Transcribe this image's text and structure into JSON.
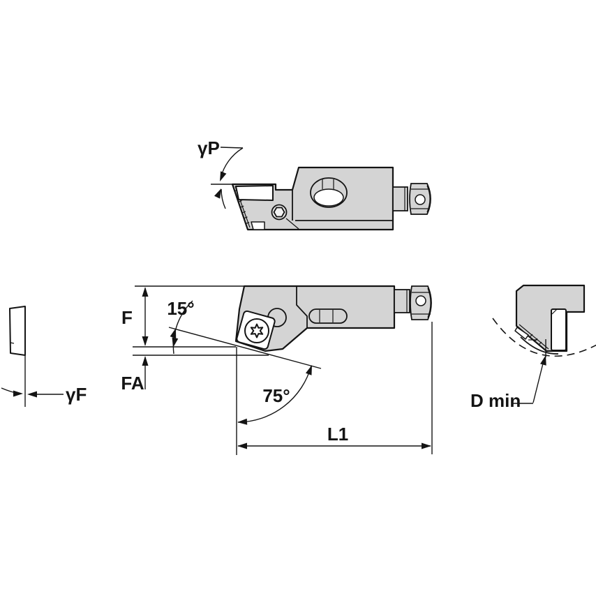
{
  "drawing": {
    "views": {
      "side_view": {
        "labels": {
          "rake_angle": "γP"
        }
      },
      "top_view": {
        "labels": {
          "offset_f": "F",
          "offset_fa": "FA",
          "insert_angle": "15°",
          "lead_angle": "75°",
          "length": "L1"
        }
      },
      "insert_edge_view": {
        "labels": {
          "rake_angle": "γF"
        }
      },
      "end_view": {
        "labels": {
          "min_bore": "D min"
        }
      }
    },
    "colors": {
      "body-fill": "#d4d4d4",
      "line-color": "#141414",
      "insert-fill": "#ffffff",
      "bg": "#ffffff"
    }
  }
}
